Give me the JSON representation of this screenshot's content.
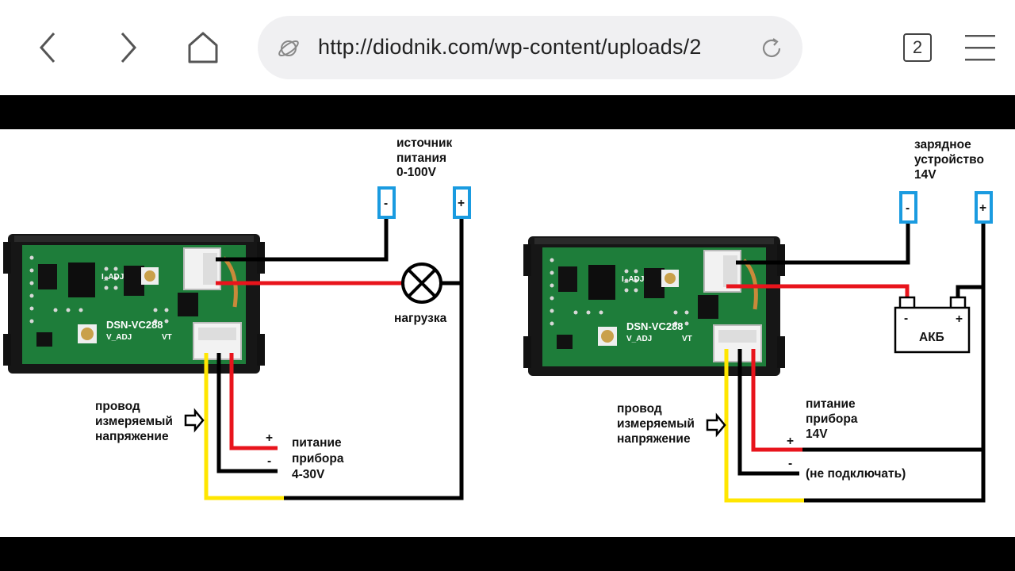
{
  "browser": {
    "url": "http://diodnik.com/wp-content/uploads/2",
    "tab_count": "2",
    "icons": [
      "back-icon",
      "forward-icon",
      "home-icon",
      "site-icon",
      "reload-icon",
      "tabs-icon",
      "menu-icon"
    ]
  },
  "diagram": {
    "left": {
      "source_line1": "источник",
      "source_line2": "питания",
      "source_line3": "0-100V",
      "terminal_minus": "-",
      "terminal_plus": "+",
      "load_label": "нагрузка",
      "board_model": "DSN-VC288",
      "board_i_adj": "I_ADJ",
      "board_v_adj": "V_ADJ",
      "board_vt": "VT",
      "wire_label_line1": "провод",
      "wire_label_line2": "измеряемый",
      "wire_label_line3": "напряжение",
      "supply_plus": "+",
      "supply_minus": "-",
      "supply_line1": "питание",
      "supply_line2": "прибора",
      "supply_line3": "4-30V"
    },
    "right": {
      "charger_line1": "зарядное",
      "charger_line2": "устройство",
      "charger_line3": "14V",
      "terminal_minus": "-",
      "terminal_plus": "+",
      "battery_label": "АКБ",
      "battery_minus": "-",
      "battery_plus": "+",
      "board_model": "DSN-VC288",
      "board_i_adj": "I_ADJ",
      "board_v_adj": "V_ADJ",
      "board_vt": "VT",
      "wire_label_line1": "провод",
      "wire_label_line2": "измеряемый",
      "wire_label_line3": "напряжение",
      "supply_line1": "питание",
      "supply_line2": "прибора",
      "supply_line3": "14V",
      "supply_plus": "+",
      "supply_minus": "-",
      "not_connected": "(не подключать)"
    },
    "colors": {
      "wire_black": "#000000",
      "wire_red": "#e8141c",
      "wire_yellow": "#ffe600",
      "terminal_blue": "#1a9be0",
      "pcb_green": "#1e7d3a"
    }
  }
}
